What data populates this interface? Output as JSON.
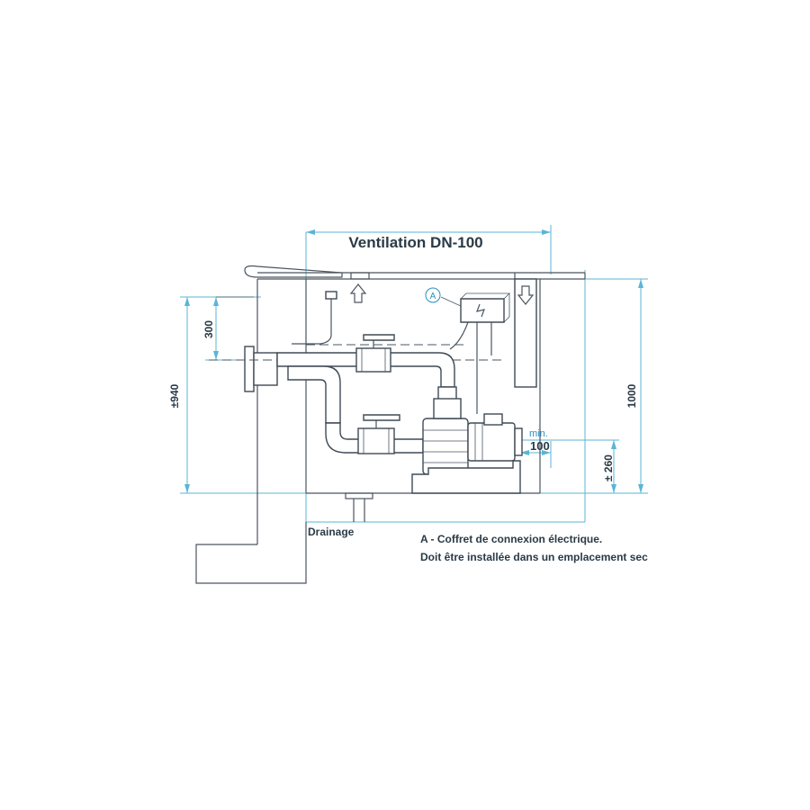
{
  "diagram": {
    "ventilation_label": "Ventilation DN-100",
    "dim_300": "300",
    "dim_940": "±940",
    "dim_1000": "1000",
    "dim_260": "± 260",
    "min_label": "min.",
    "dim_100": "100",
    "marker_a": "A",
    "drainage_label": "Drainage",
    "note_line_1": "A - Coffret de connexion électrique.",
    "note_line_2": "Doit être installée dans un emplacement sec"
  },
  "colors": {
    "dimension_lines": "#5ab5d6",
    "drawing_lines": "#3e4a55",
    "text": "#2a3a46"
  }
}
